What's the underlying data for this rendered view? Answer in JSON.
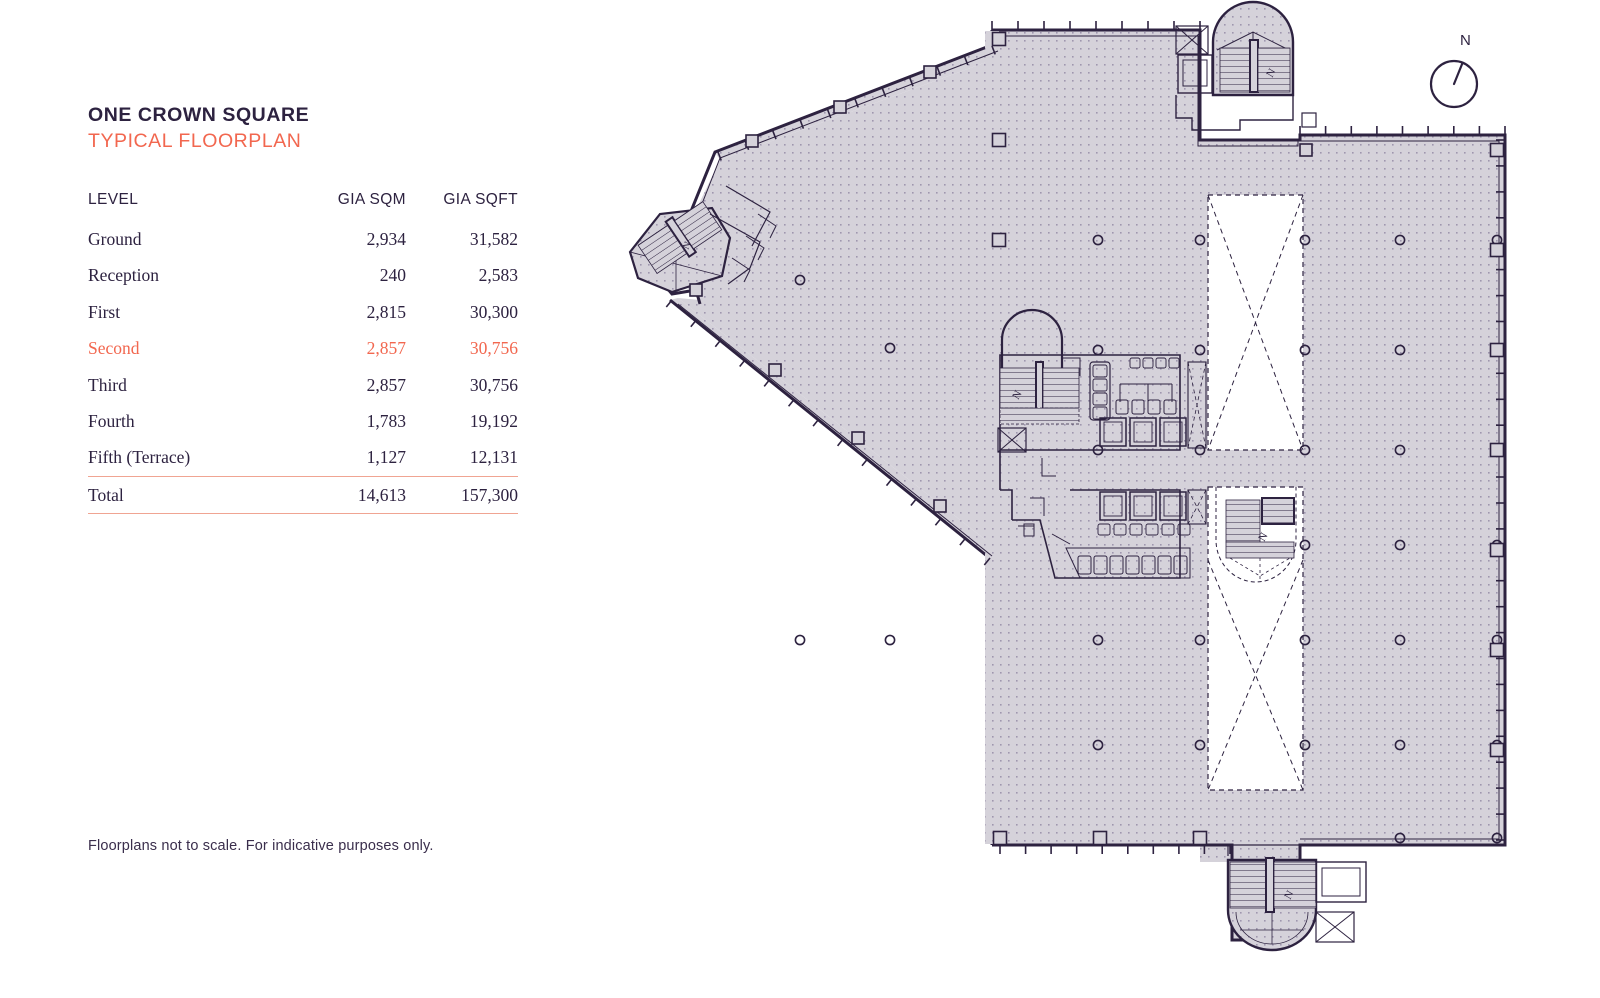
{
  "header": {
    "building_name": "ONE CROWN SQUARE",
    "plan_type": "TYPICAL FLOORPLAN"
  },
  "colors": {
    "navy": "#2d2240",
    "coral": "#f2674f",
    "rule": "#f0a492",
    "plan_fill": "#d5d2da",
    "plan_line": "#2d2240",
    "void_fill": "#ffffff",
    "page_background": "#ffffff"
  },
  "area_table": {
    "columns": [
      "LEVEL",
      "GIA SQM",
      "GIA SQFT"
    ],
    "rows": [
      {
        "level": "Ground",
        "sqm": "2,934",
        "sqft": "31,582",
        "highlight": false,
        "total": false
      },
      {
        "level": "Reception",
        "sqm": "240",
        "sqft": "2,583",
        "highlight": false,
        "total": false
      },
      {
        "level": "First",
        "sqm": "2,815",
        "sqft": "30,300",
        "highlight": false,
        "total": false
      },
      {
        "level": "Second",
        "sqm": "2,857",
        "sqft": "30,756",
        "highlight": true,
        "total": false
      },
      {
        "level": "Third",
        "sqm": "2,857",
        "sqft": "30,756",
        "highlight": false,
        "total": false
      },
      {
        "level": "Fourth",
        "sqm": "1,783",
        "sqft": "19,192",
        "highlight": false,
        "total": false
      },
      {
        "level": "Fifth (Terrace)",
        "sqm": "1,127",
        "sqft": "12,131",
        "highlight": false,
        "total": false
      },
      {
        "level": "Total",
        "sqm": "14,613",
        "sqft": "157,300",
        "highlight": false,
        "total": true
      }
    ]
  },
  "footnote": {
    "text": "Floorplans not to scale. For indicative purposes only."
  },
  "compass": {
    "label": "N",
    "needle_bearing_deg": 22
  },
  "floorplan": {
    "description": "Typical office floorplan with angled north-west wing, central service core, two full-height atrium voids and three stair cores.",
    "features": [
      "north-west angled wing",
      "north-east stair core",
      "central service core with WCs and lifts",
      "upper atrium void",
      "lower atrium void with feature stair",
      "south-east stair core",
      "perimeter mullion grid",
      "structural column grid"
    ]
  }
}
